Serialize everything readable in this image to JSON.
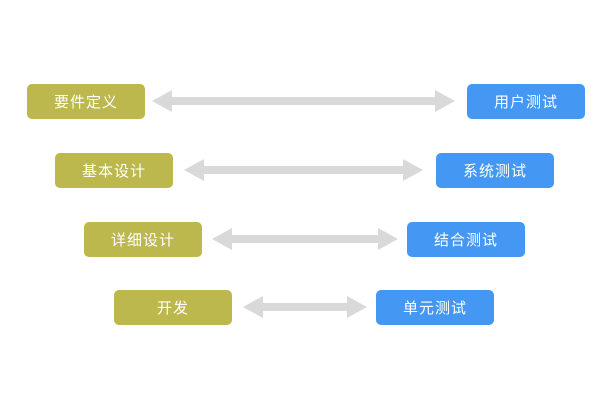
{
  "diagram": {
    "type": "v-model-mapping",
    "rows": [
      {
        "left": "要件定义",
        "right": "用户测试"
      },
      {
        "left": "基本设计",
        "right": "系统测试"
      },
      {
        "left": "详细设计",
        "right": "结合测试"
      },
      {
        "left": "开发",
        "right": "单元测试"
      }
    ],
    "colors": {
      "left_box": "#bdb84d",
      "right_box": "#4498f3",
      "arrow": "#d9d9d9",
      "text": "#ffffff",
      "background": "#ffffff"
    }
  }
}
